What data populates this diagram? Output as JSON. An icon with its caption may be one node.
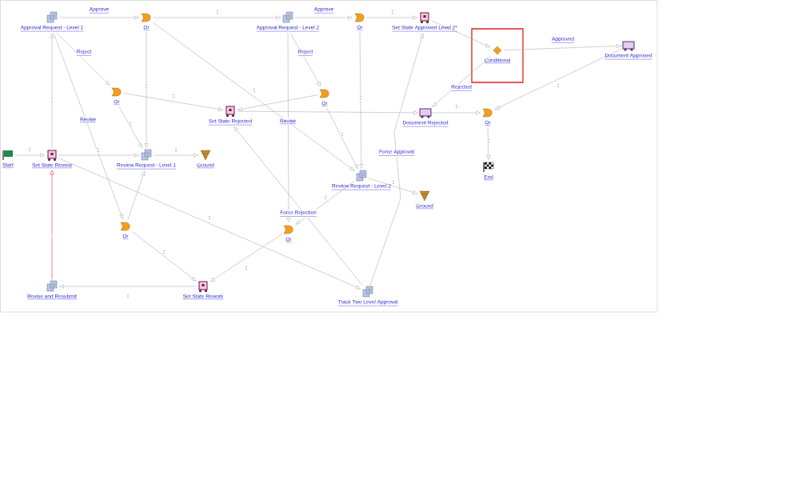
{
  "diagram": {
    "nodes": [
      {
        "text": [
          "Approval Request - Level 1"
        ]
      },
      {
        "text": [
          "Or"
        ]
      },
      {
        "text": [
          "Approval Request - Level 2"
        ]
      },
      {
        "text": [
          "Or"
        ]
      },
      {
        "text": [
          "Set State Approved Level 2*"
        ]
      },
      {
        "text": [
          "Conditional"
        ]
      },
      {
        "text": [
          "Document Approved"
        ]
      },
      {
        "text": [
          "Or"
        ]
      },
      {
        "text": [
          "Set State Rejected"
        ]
      },
      {
        "text": [
          "Or"
        ]
      },
      {
        "text": [
          "Document Rejected"
        ]
      },
      {
        "text": [
          "Or"
        ]
      },
      {
        "text": [
          "Start"
        ]
      },
      {
        "text": [
          "Set State Review"
        ]
      },
      {
        "text": [
          "Review Request - Level 1"
        ]
      },
      {
        "text": [
          "Ground"
        ]
      },
      {
        "text": [
          "End"
        ]
      },
      {
        "text": [
          "Review Request - Level 2"
        ]
      },
      {
        "text": [
          "Ground"
        ]
      },
      {
        "text": [
          "Or"
        ]
      },
      {
        "text": [
          "Or"
        ]
      },
      {
        "text": [
          "Revise and Resubmit"
        ]
      },
      {
        "text": [
          "Set State Rework"
        ]
      },
      {
        "text": [
          "Track Two Level Approval"
        ]
      }
    ],
    "edges": [
      {
        "from": 0,
        "to": 1,
        "arrow": "to",
        "label": "Approve"
      },
      {
        "from": 1,
        "to": 2,
        "arrow": "to",
        "label": "-"
      },
      {
        "from": 2,
        "to": 3,
        "arrow": "to",
        "label": "Approve"
      },
      {
        "from": 3,
        "to": 4,
        "arrow": "to",
        "label": "-"
      },
      {
        "from": 4,
        "to": 5,
        "arrow": "to"
      },
      {
        "from": 5,
        "to": 6,
        "arrow": "to",
        "label": "Approved"
      },
      {
        "from": 5,
        "to": 10,
        "arrow": "to",
        "label": "Rejected"
      },
      {
        "from": 6,
        "to": 11,
        "arrow": "to",
        "label": "-"
      },
      {
        "from": 10,
        "to": 11,
        "arrow": "to",
        "label": "-"
      },
      {
        "from": 11,
        "to": 16,
        "arrow": "to",
        "label": "-"
      },
      {
        "from": 0,
        "to": 7,
        "arrow": "to",
        "label": "Reject"
      },
      {
        "from": 1,
        "to": 14,
        "arrow": "to",
        "label": "-"
      },
      {
        "from": 1,
        "to": 17,
        "arrow": "to",
        "label": "-"
      },
      {
        "from": 2,
        "to": 9,
        "arrow": "to",
        "label": "Reject"
      },
      {
        "from": 2,
        "to": 20,
        "arrow": "to",
        "label": "Revise"
      },
      {
        "from": 3,
        "to": 17,
        "arrow": "to",
        "label": "-"
      },
      {
        "from": 9,
        "to": 8,
        "arrow": "to"
      },
      {
        "from": 9,
        "to": 17,
        "arrow": "to",
        "label": "-"
      },
      {
        "from": 7,
        "to": 8,
        "arrow": "to",
        "label": "-"
      },
      {
        "from": 7,
        "to": 14,
        "arrow": "to",
        "label": "-"
      },
      {
        "from": 8,
        "to": 10,
        "arrow": "to"
      },
      {
        "from": 12,
        "to": 13,
        "arrow": "to",
        "label": "-"
      },
      {
        "from": 13,
        "to": 0,
        "arrow": "to",
        "label": "-"
      },
      {
        "from": 13,
        "to": 14,
        "arrow": "to",
        "label": "-"
      },
      {
        "from": 14,
        "to": 15,
        "arrow": "to",
        "label": "-"
      },
      {
        "from": 13,
        "to": 23,
        "arrow": "to",
        "label": "-"
      },
      {
        "from": 0,
        "to": 19,
        "arrow": "to",
        "label": "Revise"
      },
      {
        "from": 19,
        "to": 14,
        "arrow": "to"
      },
      {
        "from": 19,
        "to": 22,
        "arrow": "to",
        "label": "-"
      },
      {
        "from": 20,
        "to": 22,
        "arrow": "to",
        "label": "-"
      },
      {
        "from": 17,
        "to": 18,
        "arrow": "to",
        "label": "-"
      },
      {
        "from": 17,
        "to": 20,
        "arrow": "to",
        "label": "-"
      },
      {
        "from": 23,
        "to": 4,
        "arrow": "to",
        "label": "Force Approval"
      },
      {
        "from": 23,
        "to": 8,
        "arrow": "to",
        "label": "Force Rejection"
      },
      {
        "from": 22,
        "to": 21,
        "arrow": "to",
        "label": "-"
      },
      {
        "from": 21,
        "to": 13,
        "arrow": "to",
        "label": "-",
        "color": "#ff0000"
      }
    ]
  }
}
